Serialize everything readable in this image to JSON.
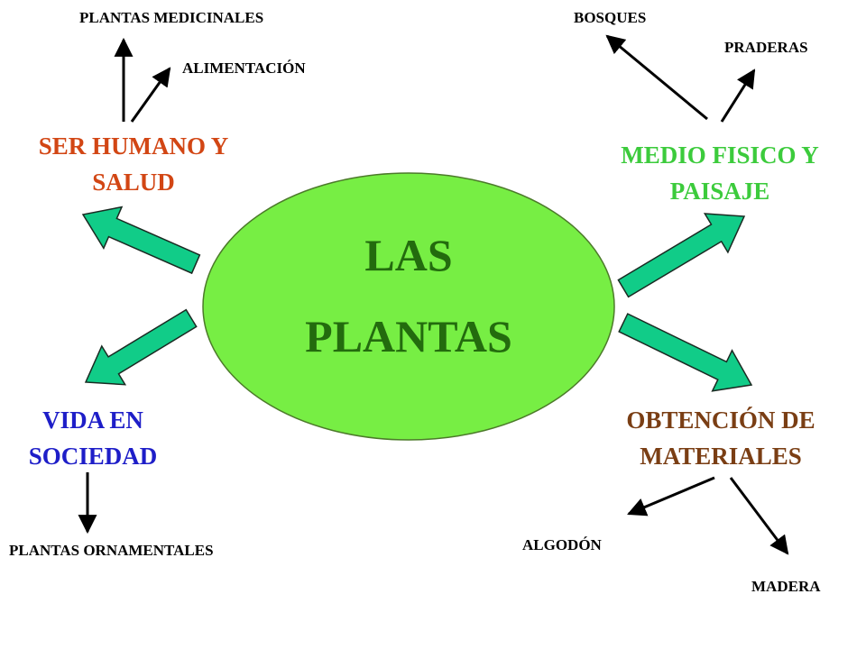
{
  "center": {
    "line1": "LAS",
    "line2": "PLANTAS"
  },
  "categories": {
    "ser_humano": {
      "line1": "SER HUMANO Y",
      "line2": "SALUD"
    },
    "medio_fisico": {
      "line1": "MEDIO FISICO Y",
      "line2": "PAISAJE"
    },
    "vida_sociedad": {
      "line1": "VIDA  EN",
      "line2": "SOCIEDAD"
    },
    "obtencion": {
      "line1": "OBTENCIÓN DE",
      "line2": "MATERIALES"
    }
  },
  "leaves": {
    "plantas_medicinales": "PLANTAS MEDICINALES",
    "alimentacion": "ALIMENTACIÓN",
    "bosques": "BOSQUES",
    "praderas": "PRADERAS",
    "plantas_ornamentales": "PLANTAS ORNAMENTALES",
    "algodon": "ALGODÓN",
    "madera": "MADERA"
  },
  "colors": {
    "ellipse_fill": "#77EE44",
    "center_text": "#236B0E",
    "ser_humano": "#D24614",
    "medio_fisico": "#3CCB3C",
    "vida_sociedad": "#1E1EC8",
    "obtencion": "#7A3E14",
    "block_arrow_fill": "#11CC88"
  }
}
